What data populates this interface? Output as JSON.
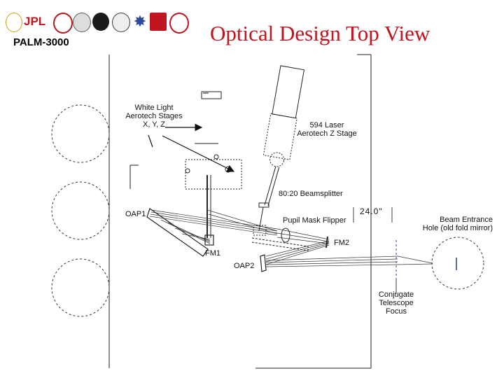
{
  "header": {
    "title": "Optical Design Top View",
    "project": "PALM-3000",
    "logos": [
      {
        "name": "caltech-seal",
        "color": "#d4a017"
      },
      {
        "name": "jpl-logo",
        "color": "#c0141e",
        "text": "JPL"
      },
      {
        "name": "cornell-seal",
        "color": "#b31b1b"
      },
      {
        "name": "nsf-seal",
        "color": "#5a5a5a"
      },
      {
        "name": "yale-seal",
        "color": "#1a1a1a"
      },
      {
        "name": "palomar-seal",
        "color": "#3a3a3a"
      },
      {
        "name": "nasa-star",
        "color": "#2b4a9a"
      },
      {
        "name": "red-block-logo",
        "color": "#c0141e"
      },
      {
        "name": "red-ring-logo",
        "color": "#c0141e"
      }
    ]
  },
  "labels": {
    "white_light_line1": "White Light",
    "white_light_line2": "Aerotech Stages",
    "white_light_line3": "X, Y, Z",
    "laser_line1": "594 Laser",
    "laser_line2": "Aerotech Z Stage",
    "beamsplitter": "80:20 Beamsplitter",
    "oap1": "OAP1",
    "pupil_mask": "Pupil Mask Flipper",
    "dimension": "24.0\"",
    "beam_entrance_line1": "Beam Entrance",
    "beam_entrance_line2": "Hole (old fold mirror)",
    "fm2": "FM2",
    "fm1": "FM1",
    "oap2": "OAP2",
    "conjugate_line1": "Conjugate",
    "conjugate_line2": "Telescope",
    "conjugate_line3": "Focus"
  },
  "colors": {
    "title": "#c0141e",
    "line": "#222222",
    "marker": "#2b4a9a"
  }
}
